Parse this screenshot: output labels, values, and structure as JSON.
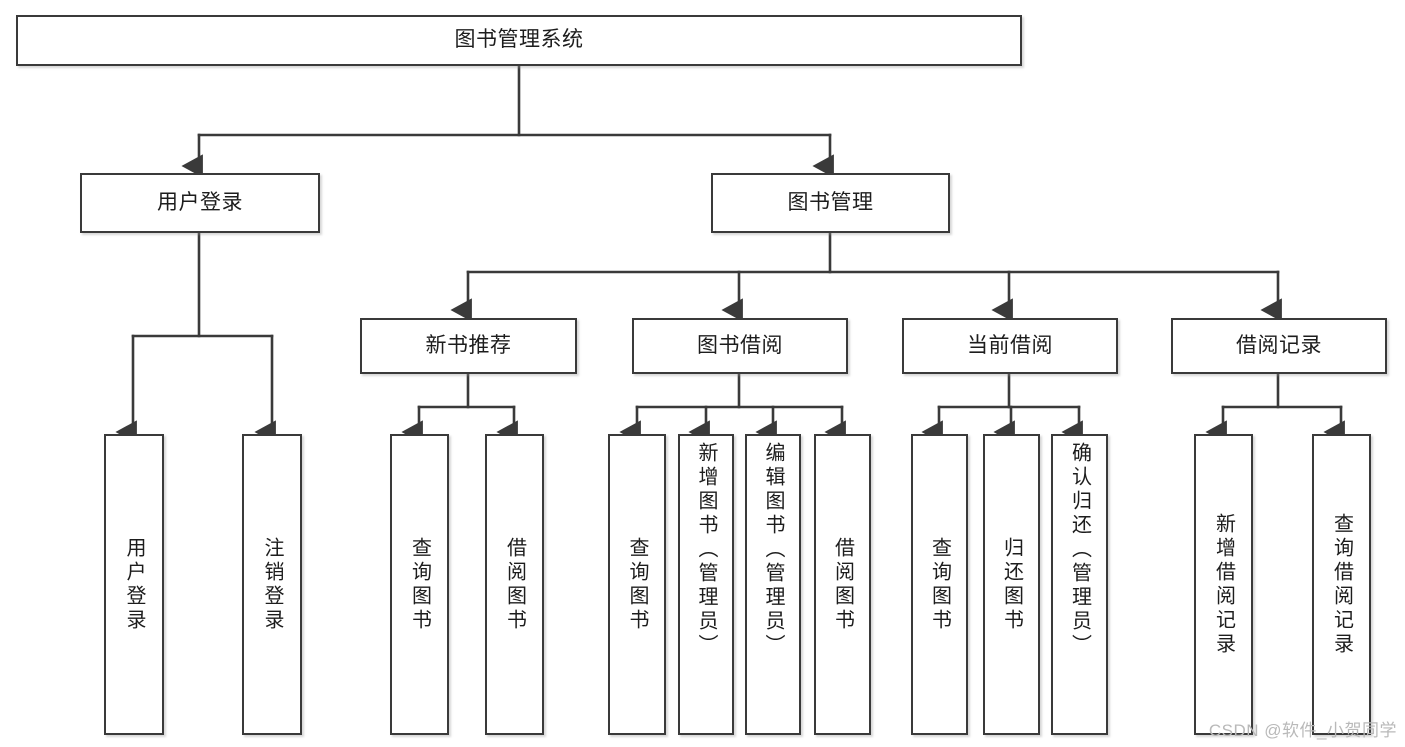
{
  "diagram": {
    "title": "图书管理系统",
    "type": "hierarchy-tree",
    "root": {
      "id": "root",
      "label": "图书管理系统",
      "level": 0
    },
    "level1": [
      {
        "id": "user-login",
        "label": "用户登录"
      },
      {
        "id": "book-management",
        "label": "图书管理"
      }
    ],
    "level2": [
      {
        "id": "new-book-recommend",
        "label": "新书推荐",
        "parent": "book-management"
      },
      {
        "id": "book-borrow",
        "label": "图书借阅",
        "parent": "book-management"
      },
      {
        "id": "current-borrow",
        "label": "当前借阅",
        "parent": "book-management"
      },
      {
        "id": "borrow-record",
        "label": "借阅记录",
        "parent": "book-management"
      }
    ],
    "leaves": [
      {
        "id": "leaf-user-login",
        "label": "用户登录",
        "parent": "user-login"
      },
      {
        "id": "leaf-logout",
        "label": "注销登录",
        "parent": "user-login"
      },
      {
        "id": "leaf-query-book-1",
        "label": "查询图书",
        "parent": "new-book-recommend"
      },
      {
        "id": "leaf-borrow-book-1",
        "label": "借阅图书",
        "parent": "new-book-recommend"
      },
      {
        "id": "leaf-query-book-2",
        "label": "查询图书",
        "parent": "book-borrow"
      },
      {
        "id": "leaf-add-book",
        "label": "新增图书（管理员）",
        "parent": "book-borrow"
      },
      {
        "id": "leaf-edit-book",
        "label": "编辑图书（管理员）",
        "parent": "book-borrow"
      },
      {
        "id": "leaf-borrow-book-2",
        "label": "借阅图书",
        "parent": "book-borrow"
      },
      {
        "id": "leaf-query-book-3",
        "label": "查询图书",
        "parent": "current-borrow"
      },
      {
        "id": "leaf-return-book",
        "label": "归还图书",
        "parent": "current-borrow"
      },
      {
        "id": "leaf-confirm-return",
        "label": "确认归还（管理员）",
        "parent": "current-borrow"
      },
      {
        "id": "leaf-add-record",
        "label": "新增借阅记录",
        "parent": "borrow-record"
      },
      {
        "id": "leaf-query-record",
        "label": "查询借阅记录",
        "parent": "borrow-record"
      }
    ]
  },
  "watermark": {
    "text": "CSDN @软件_小贺同学"
  },
  "colors": {
    "border": "#3a3a3a",
    "text": "#1d1d1d",
    "background": "#ffffff",
    "watermark": "#b9b9b9",
    "edge": "#3a3a3a"
  }
}
